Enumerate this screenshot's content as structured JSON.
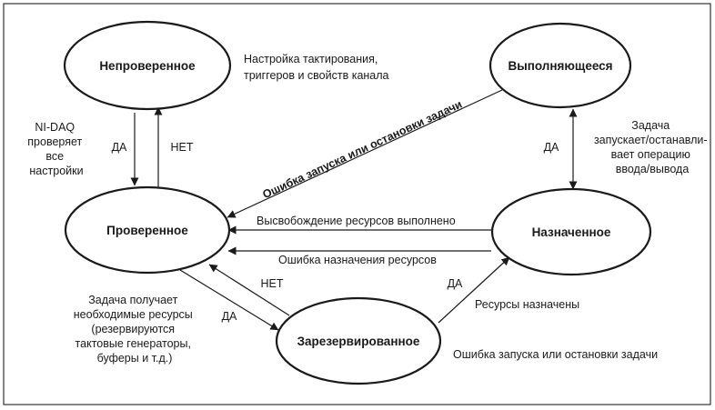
{
  "nodes": {
    "unverified": "Непроверенное",
    "running": "Выполняющееся",
    "verified": "Проверенное",
    "committed": "Назначенное",
    "reserved": "Зарезервированное"
  },
  "labels": {
    "unverified_note": [
      "Настройка тактирования,",
      "триггеров и свойств канала"
    ],
    "nidaq_note": [
      "NI-DAQ",
      "проверяет",
      "все",
      "настройки"
    ],
    "yes": "ДА",
    "no": "НЕТ",
    "start_stop_error": "Ошибка запуска или остановки задачи",
    "task_io_note": [
      "Задача",
      "запускает/останавли-",
      "вает операцию",
      "ввода/вывода"
    ],
    "release_done": "Высвобождение ресурсов выполнено",
    "commit_error": "Ошибка назначения ресурсов",
    "task_resources_note": [
      "Задача получает",
      "необходимые ресурсы",
      "(резервируются",
      "тактовые генераторы,",
      "буферы и т.д.)"
    ],
    "resources_assigned": "Ресурсы назначены",
    "start_stop_error_bottom": "Ошибка запуска или остановки задачи"
  }
}
